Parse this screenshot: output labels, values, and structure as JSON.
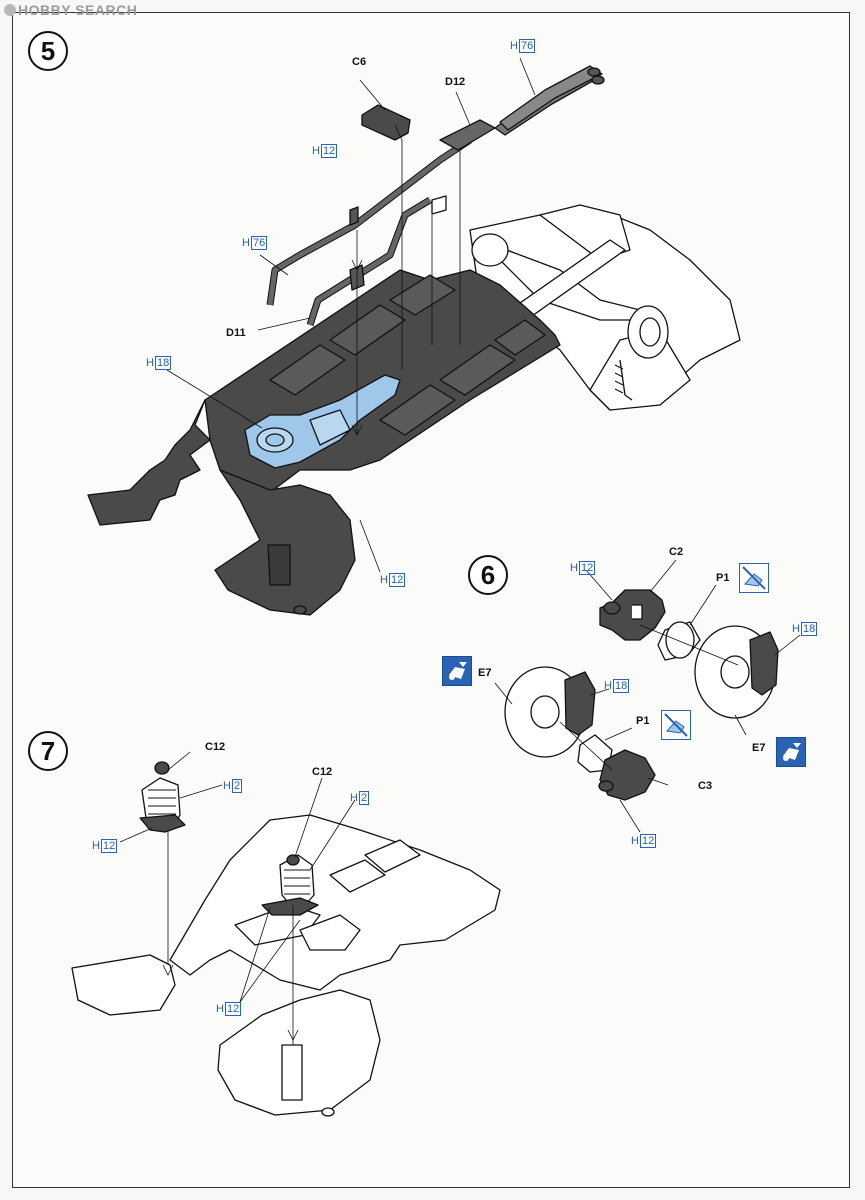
{
  "watermark": "HOBBY SEARCH",
  "steps": {
    "s5": "5",
    "s6": "6",
    "s7": "7"
  },
  "parts": {
    "c6": "C6",
    "d12": "D12",
    "d11": "D11",
    "c2": "C2",
    "p1a": "P1",
    "p1b": "P1",
    "e7a": "E7",
    "e7b": "E7",
    "c3": "C3",
    "c12a": "C12",
    "c12b": "C12"
  },
  "colors": {
    "h_prefix": "H",
    "codes": {
      "h76_top": "76",
      "h12_c6": "12",
      "h76_left": "76",
      "h18_left": "18",
      "h12_floor": "12",
      "h12_c2": "12",
      "h18_disc": "18",
      "h18_e7": "18",
      "h12_c3": "12",
      "h2_a": "2",
      "h12_s7a": "12",
      "h2_b": "2",
      "h12_s7b": "12"
    },
    "blue": "#2a62b4",
    "dark_gray": "#4a4a4a",
    "light_blue": "#9ec7ea"
  },
  "icons": {
    "no_paint": "no-paint-icon",
    "cement": "cement-glue-icon"
  }
}
